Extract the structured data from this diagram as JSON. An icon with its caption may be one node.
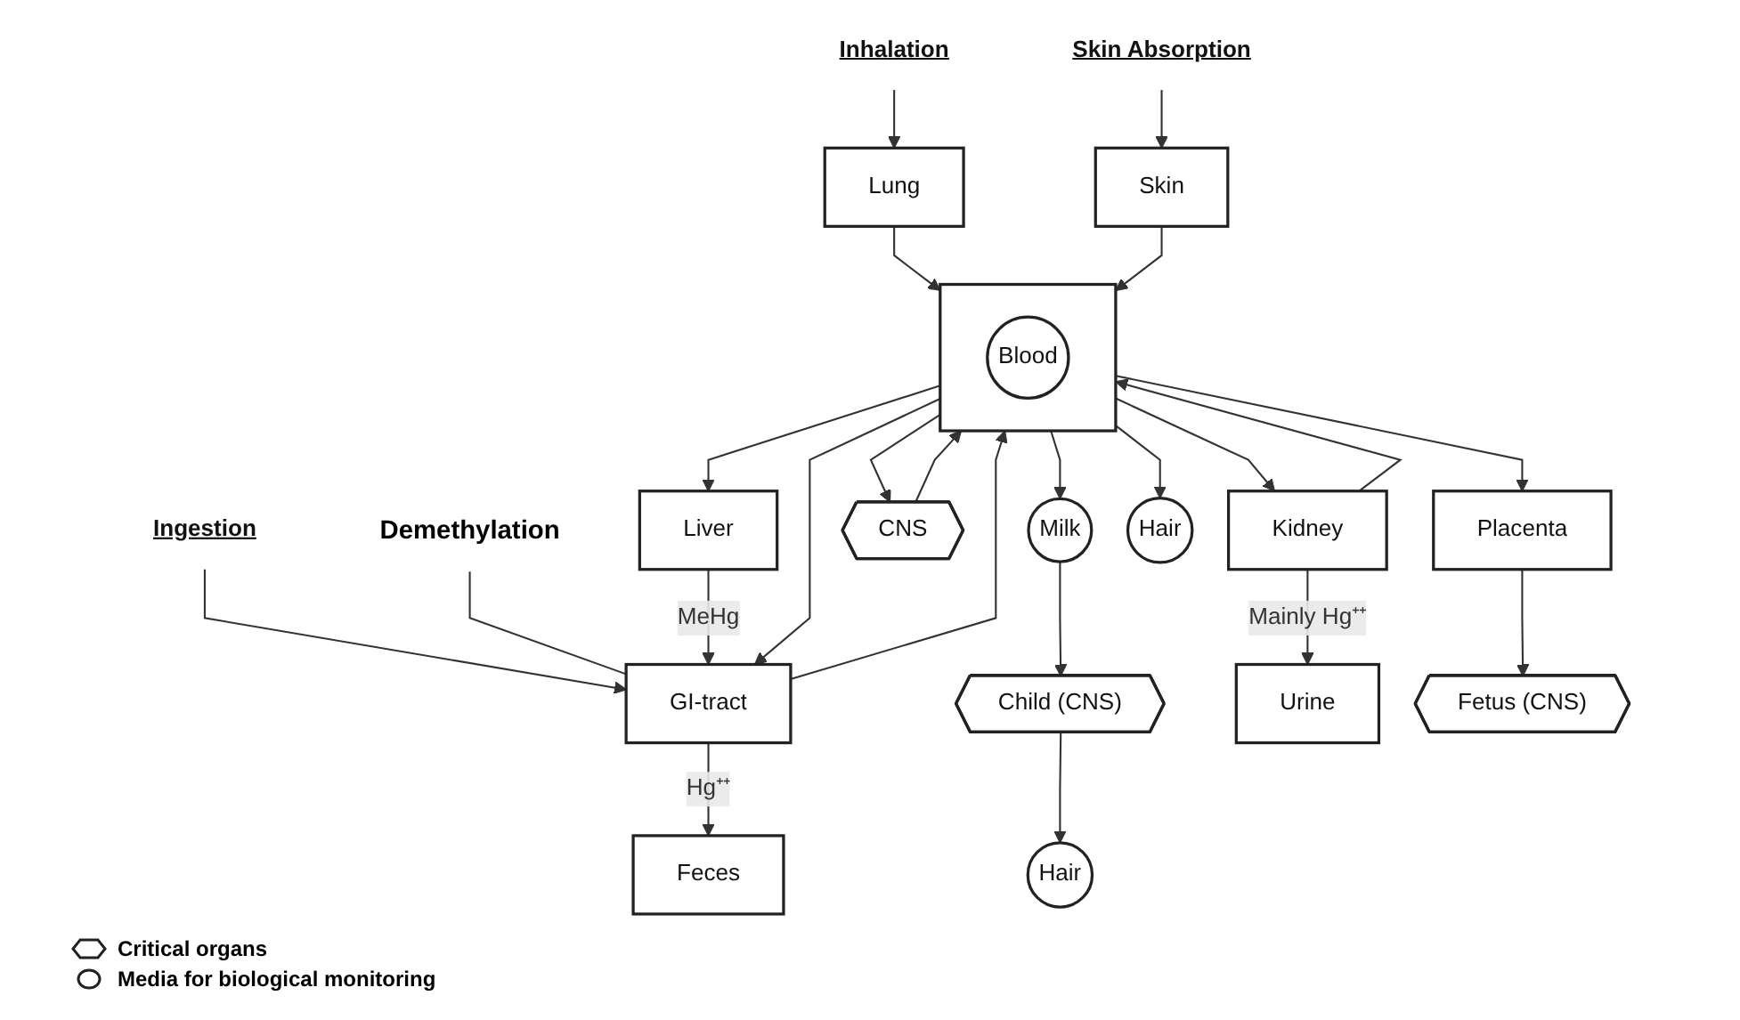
{
  "diagram": {
    "nodes": [
      {
        "text": [
          "Inhalation"
        ]
      },
      {
        "text": [
          "Skin Absorption"
        ]
      },
      {
        "text": [
          "Ingestion"
        ]
      },
      {
        "text": [
          "Lung"
        ]
      },
      {
        "text": [
          "Skin"
        ]
      },
      {
        "text": [
          "GI-tract"
        ]
      },
      {
        "text": [
          "Demethylation"
        ]
      },
      {
        "text": [
          "Child (CNS)"
        ]
      },
      {
        "text": [
          "Hair"
        ]
      },
      {
        "text": [
          "Milk"
        ]
      },
      {
        "text": [],
        "shape": "box"
      },
      {
        "text": [
          "Blood"
        ],
        "in": 10
      },
      {
        "text": [
          "Liver"
        ]
      },
      {
        "text": [
          "CNS"
        ]
      },
      {
        "text": [
          "Placenta"
        ]
      },
      {
        "text": [
          "Kidney"
        ]
      },
      {
        "text": [
          "Hair"
        ]
      },
      {
        "text": [
          "Urine"
        ]
      },
      {
        "text": [
          "Fetus (CNS)"
        ]
      },
      {
        "text": [
          "Feces"
        ]
      }
    ],
    "edges": [
      {
        "from": 0,
        "to": 3,
        "arrow": "to"
      },
      {
        "from": 1,
        "to": 4,
        "arrow": "to"
      },
      {
        "from": 2,
        "to": 5,
        "arrow": "to"
      },
      {
        "from": 3,
        "to": 10,
        "arrow": "to"
      },
      {
        "from": 4,
        "to": 10,
        "arrow": "to"
      },
      {
        "from": 10,
        "to": 5,
        "arrow": "to"
      },
      {
        "from": 5,
        "to": 10,
        "arrow": "to"
      },
      {
        "from": 6,
        "to": 5,
        "arrow": "none"
      },
      {
        "from": 5,
        "to": 19,
        "label": "Hg⁺⁺",
        "arrow": "to"
      },
      {
        "from": 12,
        "to": 5,
        "label": "MeHg",
        "arrow": "to"
      },
      {
        "from": 7,
        "to": 8,
        "arrow": "to"
      },
      {
        "from": 9,
        "to": 7,
        "arrow": "to"
      },
      {
        "from": 10,
        "to": 9,
        "arrow": "to"
      },
      {
        "from": 10,
        "to": 12,
        "arrow": "to"
      },
      {
        "from": 10,
        "to": 13,
        "arrow": "to"
      },
      {
        "from": 13,
        "to": 10,
        "arrow": "to"
      },
      {
        "from": 10,
        "to": 14,
        "arrow": "to"
      },
      {
        "from": 14,
        "to": 18,
        "arrow": "to"
      },
      {
        "from": 10,
        "to": 15,
        "arrow": "to"
      },
      {
        "from": 15,
        "to": 10,
        "arrow": "to"
      },
      {
        "from": 15,
        "to": 17,
        "label": "Mainly Hg⁺⁺",
        "arrow": "to"
      },
      {
        "from": 10,
        "to": 16,
        "arrow": "to"
      }
    ],
    "legend": [
      {
        "text": "Critical organs"
      },
      {
        "text": "Media for biological monitoring"
      }
    ]
  }
}
